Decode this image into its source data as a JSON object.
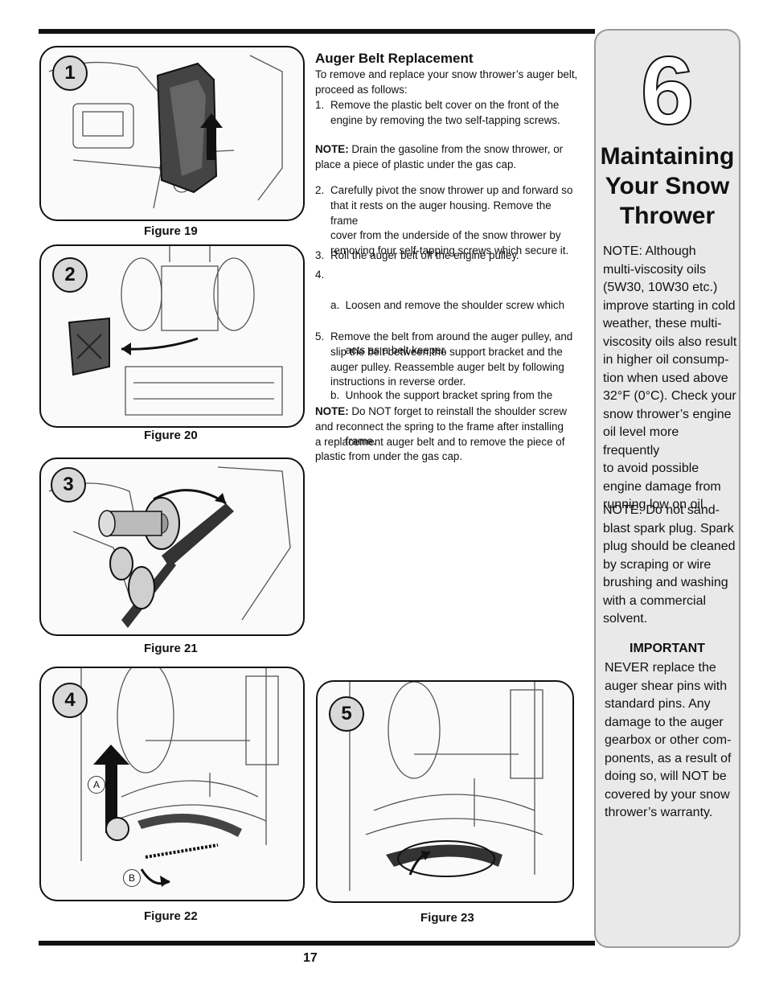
{
  "page_number": "17",
  "chapter": {
    "number": "6",
    "title_lines": [
      "Maintaining",
      "Your Snow",
      "Thrower"
    ]
  },
  "section": {
    "heading": "Auger Belt Replacement",
    "intro": [
      "To remove and replace your snow thrower’s auger belt,",
      "proceed as follows:"
    ],
    "step1": {
      "num": "1.",
      "lines": [
        "Remove the plastic belt cover on the front of the",
        "engine by removing the two self-tapping screws."
      ]
    },
    "note1": {
      "label": "NOTE:",
      "lines": [
        "Drain the gasoline from the snow thrower, or",
        "place a piece of plastic under the gas cap."
      ]
    },
    "step2": {
      "num": "2.",
      "lines": [
        "Carefully pivot the snow thrower up and forward so",
        "that it rests on the auger housing. Remove the frame",
        "cover from the underside of the snow thrower by",
        "removing four self-tapping screws which secure it."
      ]
    },
    "step3": {
      "num": "3.",
      "lines": [
        "Roll the auger belt off the engine pulley."
      ]
    },
    "step4a": {
      "num": "4.",
      "lines": [
        "a.  Loosen and remove the shoulder screw which",
        "     acts as a belt keeper."
      ]
    },
    "step4b": {
      "lines": [
        "b.  Unhook the support bracket spring from the",
        "     frame."
      ]
    },
    "step5": {
      "num": "5.",
      "lines": [
        "Remove the belt from around the auger pulley, and",
        "slip the belt between the support bracket and the",
        "auger pulley. Reassemble auger belt by following",
        "instructions in reverse order."
      ]
    },
    "note2": {
      "label": "NOTE:",
      "lines": [
        "Do NOT forget to reinstall the shoulder screw",
        "and reconnect the spring to the frame after installing",
        "a replacement auger belt and to remove the piece of",
        "plastic from under the gas cap."
      ]
    }
  },
  "figures": [
    {
      "badge": "1",
      "caption": "Figure 19"
    },
    {
      "badge": "2",
      "caption": "Figure 20"
    },
    {
      "badge": "3",
      "caption": "Figure 21"
    },
    {
      "badge": "4",
      "caption": "Figure 22",
      "callouts": [
        "A",
        "B"
      ]
    },
    {
      "badge": "5",
      "caption": "Figure 23"
    }
  ],
  "sidebar": {
    "note1": [
      "NOTE: Although",
      "multi-viscosity oils",
      "(5W30, 10W30 etc.)",
      "improve starting in cold",
      "weather, these multi-",
      "viscosity oils also result",
      "in higher oil consump-",
      "tion when used above",
      "32°F (0°C). Check your",
      "snow thrower’s engine",
      "oil level more frequently",
      "to avoid possible",
      "engine damage from",
      "running low on oil."
    ],
    "note2": [
      "NOTE: Do not sand-",
      "blast spark plug. Spark",
      "plug should be cleaned",
      "by scraping or wire",
      "brushing and washing",
      "with a commercial",
      "solvent."
    ],
    "important_heading": "IMPORTANT",
    "important": [
      "NEVER replace the",
      "auger shear pins with",
      "standard pins. Any",
      "damage to the auger",
      "gearbox or other com-",
      "ponents, as a result of",
      "doing so, will NOT be",
      "covered by your snow",
      "thrower’s warranty."
    ]
  },
  "colors": {
    "ink": "#111111",
    "sidebar_bg": "#e9e9e9",
    "badge_bg": "#d9d9d9"
  }
}
